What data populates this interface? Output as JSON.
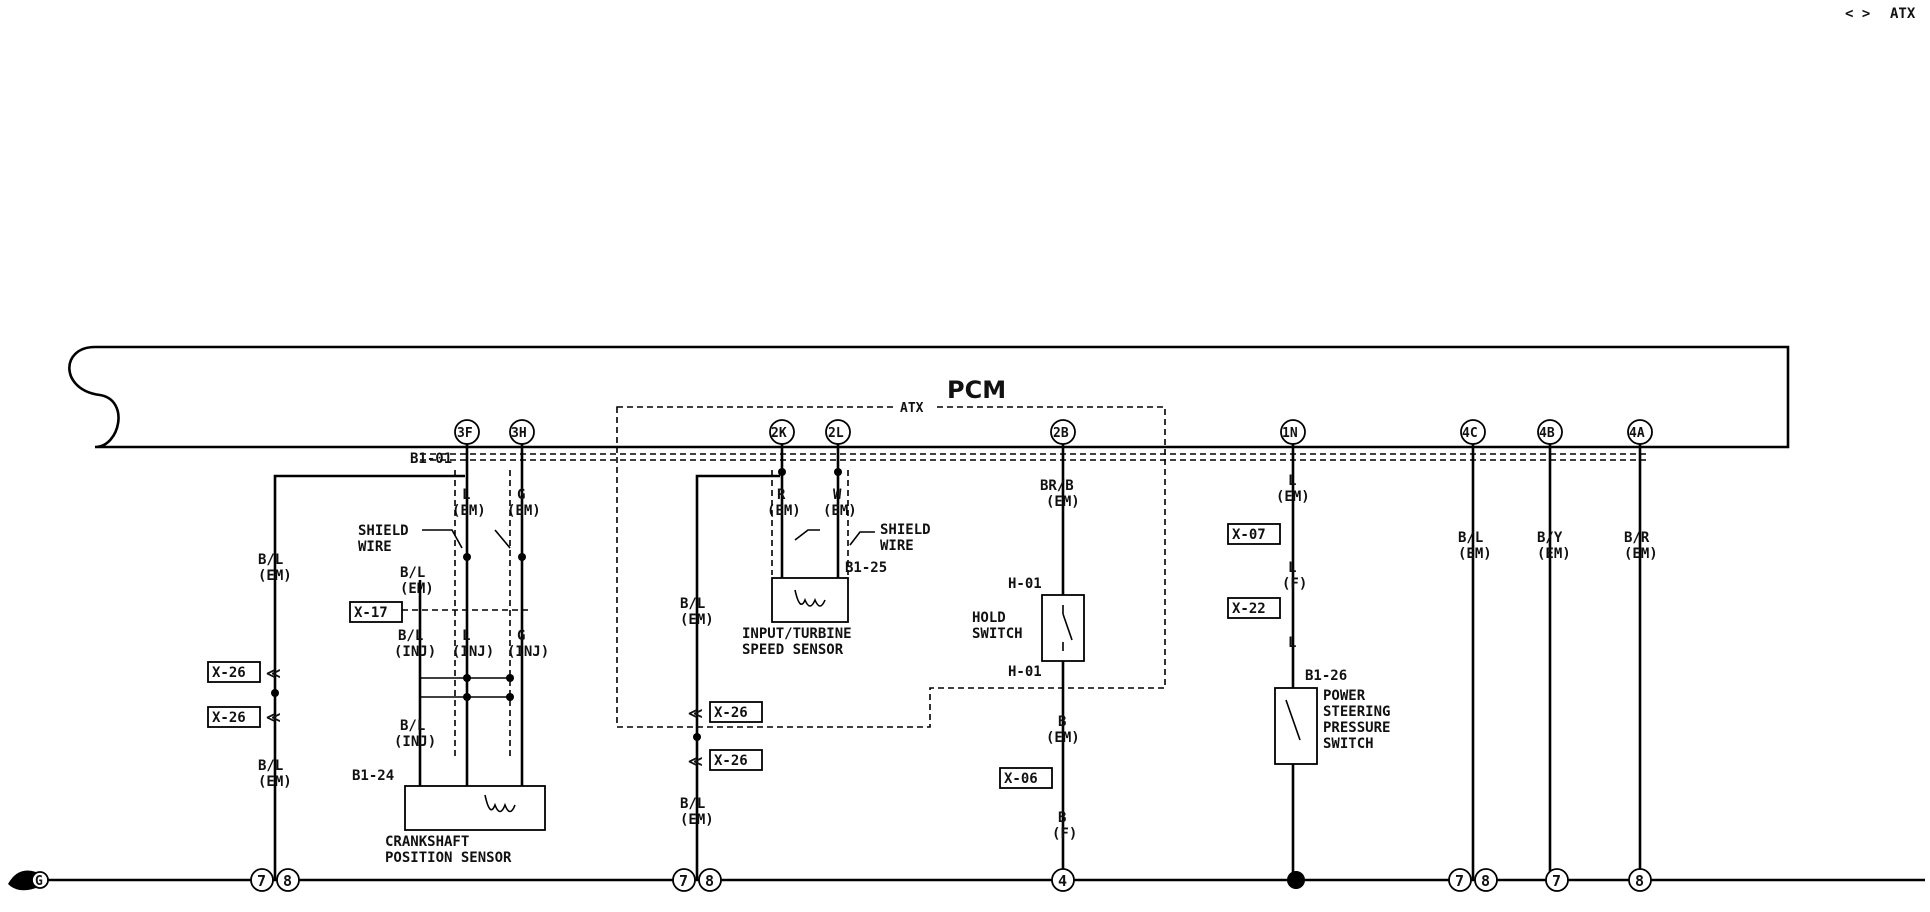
{
  "header": {
    "nav_arrows": "< >",
    "title": "ATX"
  },
  "module": {
    "name": "PCM",
    "boundary_label": "ATX"
  },
  "pins": {
    "p3F": "3F",
    "p3H": "3H",
    "p2K": "2K",
    "p2L": "2L",
    "p2B": "2B",
    "p1N": "1N",
    "p4C": "4C",
    "p4B": "4B",
    "p4A": "4A"
  },
  "connectors": {
    "b1_01": "B1-01",
    "b1_24": "B1-24",
    "b1_25": "B1-25",
    "b1_26": "B1-26",
    "h_01": "H-01",
    "x_17": "X-17",
    "x_26": "X-26",
    "x_07": "X-07",
    "x_22": "X-22",
    "x_06": "X-06"
  },
  "wires": {
    "bl": "B/L",
    "em": "(EM)",
    "inj": "(INJ)",
    "f": "(F)",
    "l": "L",
    "g": "G",
    "r": "R",
    "w": "W",
    "b": "B",
    "brb": "BR/B",
    "by": "B/Y",
    "br": "B/R"
  },
  "labels": {
    "shield": "SHIELD",
    "wire": "WIRE",
    "crank_1": "CRANKSHAFT",
    "crank_2": "POSITION SENSOR",
    "turb_1": "INPUT/TURBINE",
    "turb_2": "SPEED SENSOR",
    "hold_1": "HOLD",
    "hold_2": "SWITCH",
    "ps_1": "POWER",
    "ps_2": "STEERING",
    "ps_3": "PRESSURE",
    "ps_4": "SWITCH"
  },
  "grounds": {
    "g7": "7",
    "g8": "8",
    "g4": "4",
    "ground_symbol": "G"
  }
}
